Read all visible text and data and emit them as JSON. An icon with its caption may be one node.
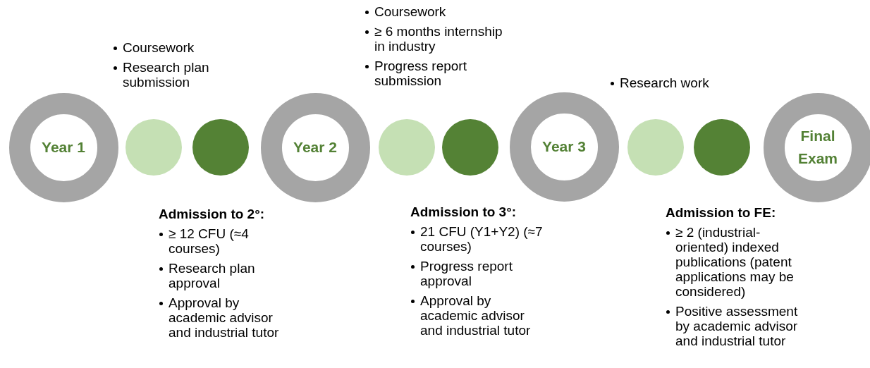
{
  "diagram": {
    "nodes": [
      {
        "text": [
          "Year 1"
        ]
      },
      {
        "text": [],
        "shape": "circle"
      },
      {
        "text": [],
        "shape": "circle"
      },
      {
        "text": [
          "Year 2"
        ]
      },
      {
        "text": [],
        "shape": "circle"
      },
      {
        "text": [],
        "shape": "circle"
      },
      {
        "text": [
          "Year 3"
        ]
      },
      {
        "text": [],
        "shape": "circle"
      },
      {
        "text": [],
        "shape": "circle"
      },
      {
        "text": [
          "Final Exam"
        ]
      }
    ],
    "edges": [],
    "labels": [
      "Coursework",
      "Research plan submission",
      "Coursework",
      "≥ 6 months internship in industry",
      "Progress report submission",
      "Research work",
      "Admission to 2°:",
      "≥ 12 CFU (≈4 courses)",
      "Research plan approval",
      "Approval by academic advisor and industrial tutor",
      "Admission to 3°:",
      "21 CFU (Y1+Y2) (≈7 courses)",
      "Progress report approval",
      "Approval by academic advisor and industrial tutor",
      "Admission to FE:",
      "≥ 2 (industrial-oriented) indexed publications (patent applications may be considered)",
      "Positive assessment by academic advisor and industrial tutor"
    ]
  }
}
